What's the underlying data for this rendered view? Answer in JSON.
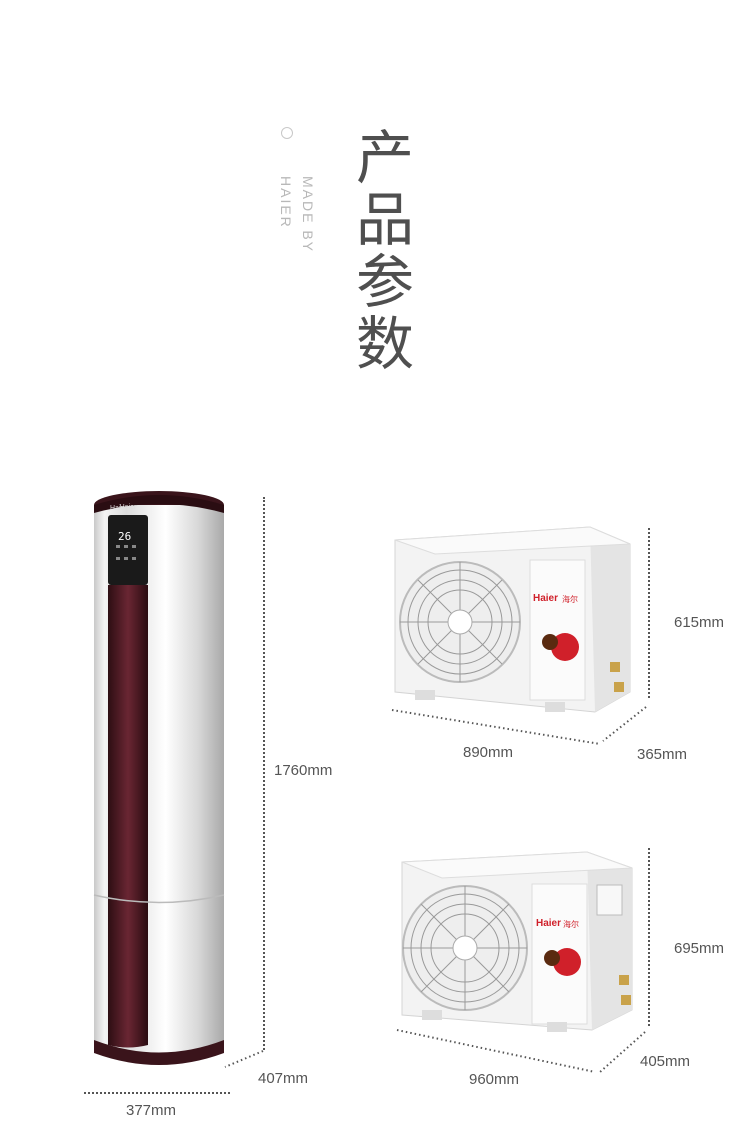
{
  "header": {
    "title_chars": [
      "产",
      "品",
      "参",
      "数"
    ],
    "made_by": "MADE BY",
    "haier": "HAIER"
  },
  "indoor_unit": {
    "brand": "Haier",
    "display_temp": "26",
    "height": "1760mm",
    "depth": "407mm",
    "width": "377mm"
  },
  "outdoor_unit_1": {
    "brand": "Haier",
    "brand_cn": "海尔",
    "height": "615mm",
    "width": "890mm",
    "depth": "365mm"
  },
  "outdoor_unit_2": {
    "brand": "Haier",
    "brand_cn": "海尔",
    "height": "695mm",
    "width": "960mm",
    "depth": "405mm"
  },
  "colors": {
    "body_accent": "#5a1f2a",
    "brand_red": "#d0202a"
  }
}
